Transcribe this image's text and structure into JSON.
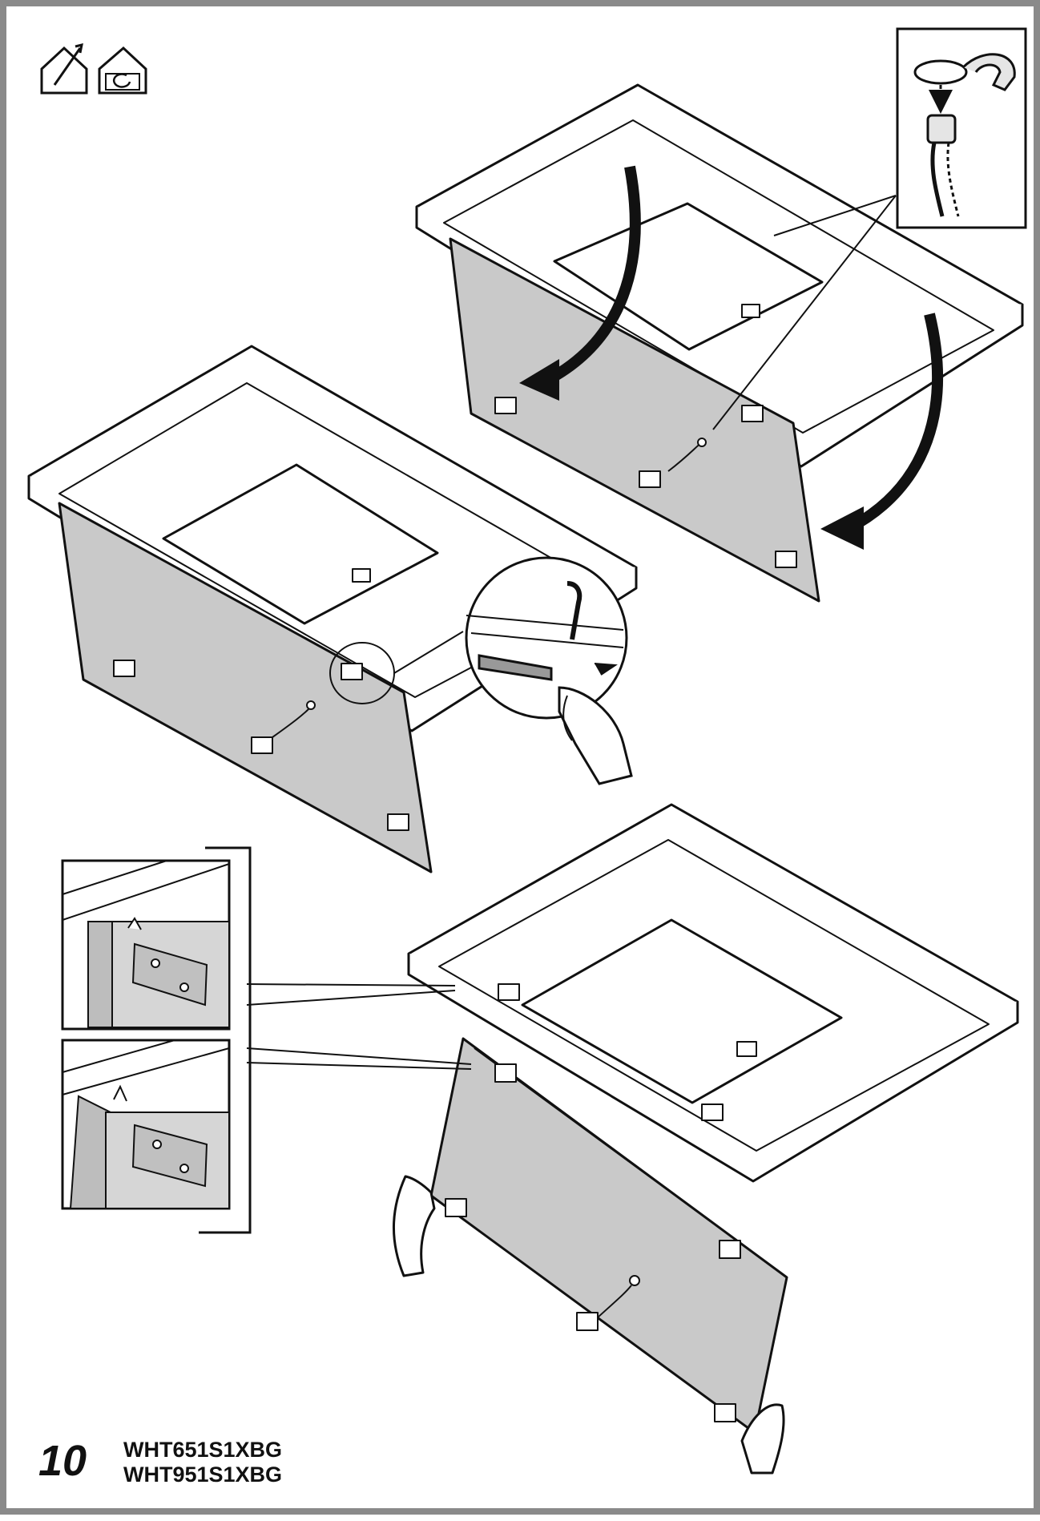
{
  "page": {
    "number": "10",
    "models": [
      "WHT651S1XBG",
      "WHT951S1XBG"
    ]
  },
  "icons": {
    "top_left": [
      "house-ducted-exhaust-icon",
      "house-recirculation-icon"
    ],
    "connector_inset": "cable-connector-icon"
  },
  "colors": {
    "border": "#8a8a8a",
    "panel_fill": "#c9c9c9",
    "line": "#111111",
    "inset_fill": "#d6d6d6"
  }
}
